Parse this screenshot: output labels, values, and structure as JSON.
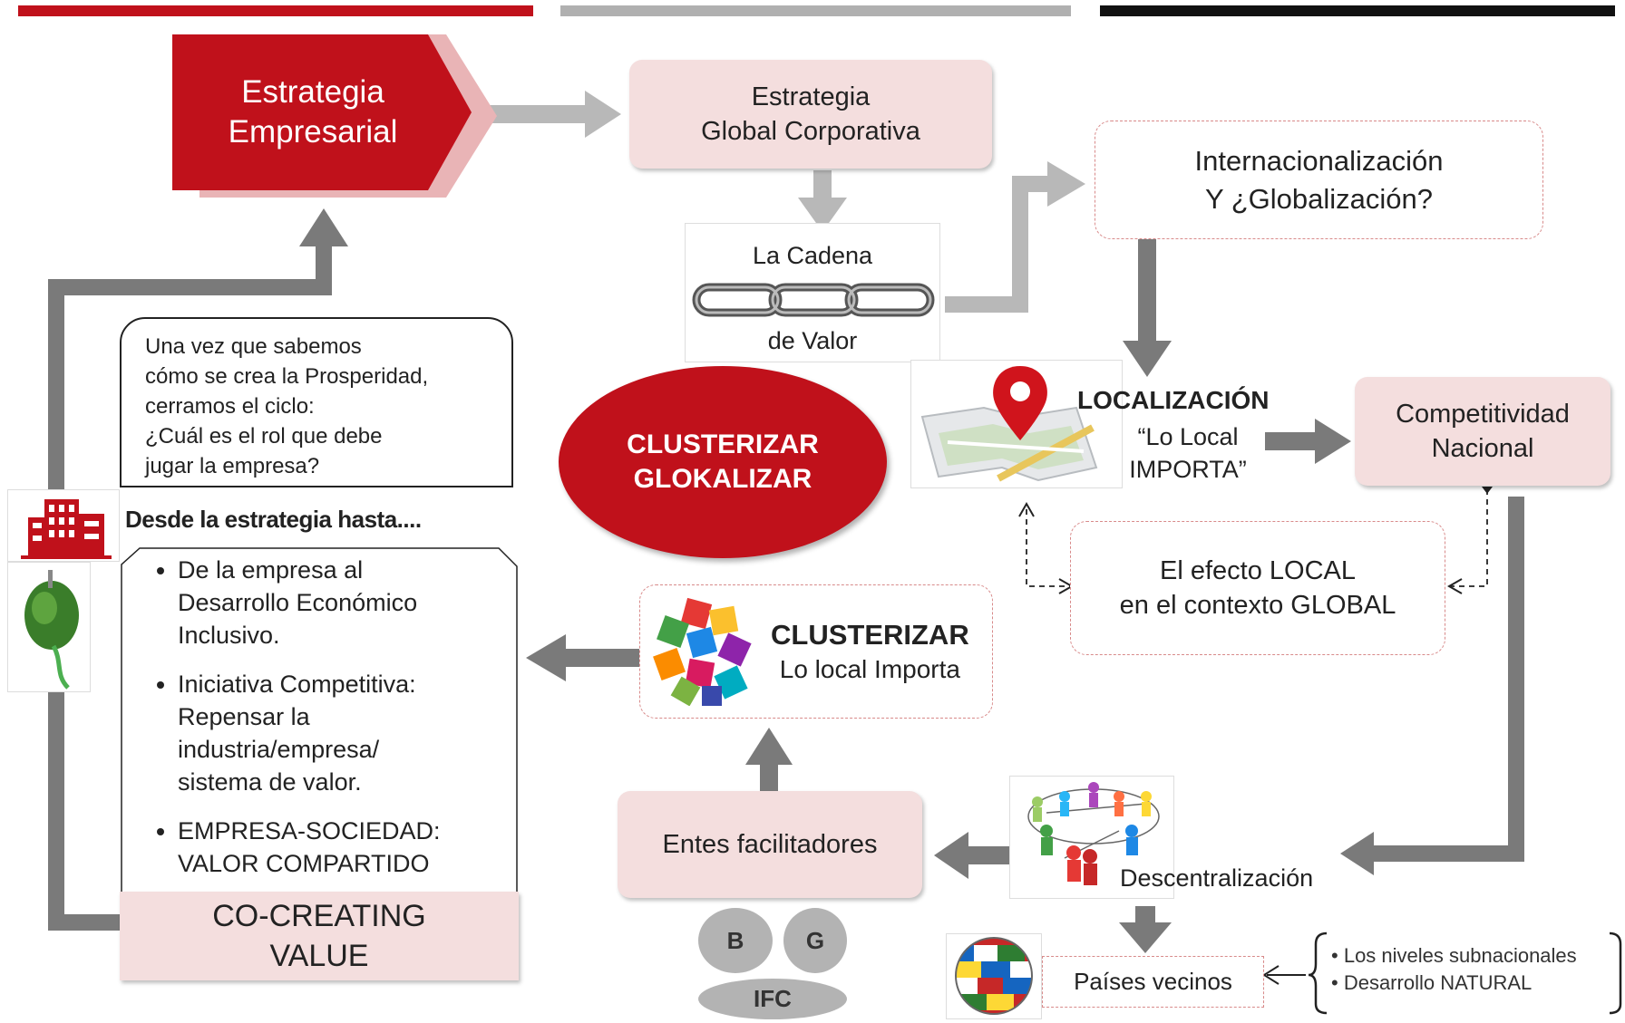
{
  "colors": {
    "red": "#c0111b",
    "gray": "#8a8a8a",
    "pink": "#f4dede",
    "top_bar_red": "#c0111b",
    "top_bar_gray": "#b0b0b0",
    "top_bar_black": "#111111"
  },
  "estrategia_empresarial": "Estrategia\nEmpresarial",
  "estrategia_global": "Estrategia\nGlobal Corporativa",
  "internacionalizacion": "Internacionalización\nY ¿Globalización?",
  "cadena_top": "La Cadena",
  "cadena_bottom": "de Valor",
  "clusterizar_oval": "CLUSTERIZAR\nGLOKALIZAR",
  "localizacion_title": "LOCALIZACIÓN",
  "localizacion_sub": "“Lo Local\nIMPORTA”",
  "competitividad": "Competitividad\nNacional",
  "efecto_local": "El efecto LOCAL\nen el contexto GLOBAL",
  "clusterizar_box_title": "CLUSTERIZAR",
  "clusterizar_box_sub": "Lo local Importa",
  "entes": "Entes facilitadores",
  "descentralizacion": "Descentralización",
  "paises": "Países vecinos",
  "niveles": [
    "Los niveles subnacionales",
    "Desarrollo NATURAL"
  ],
  "bubble_text": "Una vez que sabemos\ncómo se crea la Prosperidad,\ncerramos el ciclo:\n¿Cuál es el rol que debe\n jugar la empresa?",
  "desde": "Desde la estrategia hasta....",
  "bullets": [
    "De la empresa al\nDesarrollo Económico\nInclusivo.",
    "Iniciativa Competitiva:\nRepensar la\nindustria/empresa/\nsistema de valor.",
    "EMPRESA-SOCIEDAD:\nVALOR COMPARTIDO"
  ],
  "cocreating": "CO-CREATING\nVALUE",
  "circles": [
    "B",
    "G",
    "IFC"
  ],
  "icons": [
    "building-icon",
    "green-plug-icon",
    "chain-icon",
    "map-pin-icon",
    "colorful-cluster-icon",
    "people-network-icon",
    "flag-globe-icon"
  ]
}
